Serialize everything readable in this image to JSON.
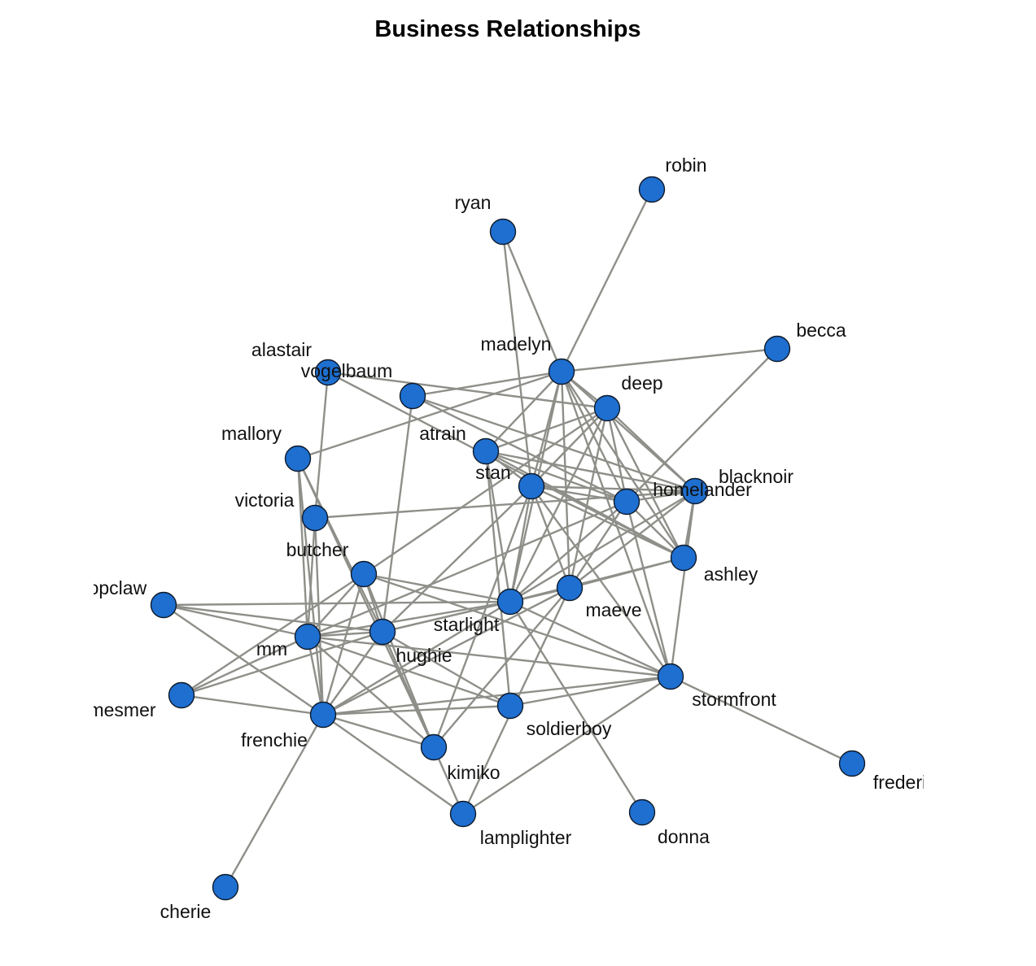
{
  "title": "Business Relationships",
  "colors": {
    "node_fill": "#1e6fd0",
    "node_stroke": "#0f1a2a",
    "edge": "#8f8f8a",
    "label": "#111111",
    "background": "#ffffff"
  },
  "nodes": [
    {
      "id": "robin",
      "label": "robin"
    },
    {
      "id": "ryan",
      "label": "ryan"
    },
    {
      "id": "becca",
      "label": "becca"
    },
    {
      "id": "madelyn",
      "label": "madelyn"
    },
    {
      "id": "alastair",
      "label": "alastair"
    },
    {
      "id": "vogelbaum",
      "label": "vogelbaum"
    },
    {
      "id": "deep",
      "label": "deep"
    },
    {
      "id": "mallory",
      "label": "mallory"
    },
    {
      "id": "atrain",
      "label": "atrain"
    },
    {
      "id": "stan",
      "label": "stan"
    },
    {
      "id": "blacknoir",
      "label": "blacknoir"
    },
    {
      "id": "homelander",
      "label": "homelander"
    },
    {
      "id": "victoria",
      "label": "victoria"
    },
    {
      "id": "ashley",
      "label": "ashley"
    },
    {
      "id": "butcher",
      "label": "butcher"
    },
    {
      "id": "maeve",
      "label": "maeve"
    },
    {
      "id": "starlight",
      "label": "starlight"
    },
    {
      "id": "popclaw",
      "label": "popclaw"
    },
    {
      "id": "mm",
      "label": "mm"
    },
    {
      "id": "hughie",
      "label": "hughie"
    },
    {
      "id": "stormfront",
      "label": "stormfront"
    },
    {
      "id": "mesmer",
      "label": "mesmer"
    },
    {
      "id": "soldierboy",
      "label": "soldierboy"
    },
    {
      "id": "frenchie",
      "label": "frenchie"
    },
    {
      "id": "kimiko",
      "label": "kimiko"
    },
    {
      "id": "frederick",
      "label": "frederick"
    },
    {
      "id": "lamplighter",
      "label": "lamplighter"
    },
    {
      "id": "donna",
      "label": "donna"
    },
    {
      "id": "cherie",
      "label": "cherie"
    }
  ],
  "edges": [
    [
      "robin",
      "madelyn"
    ],
    [
      "ryan",
      "madelyn"
    ],
    [
      "ryan",
      "stan"
    ],
    [
      "becca",
      "madelyn"
    ],
    [
      "becca",
      "homelander"
    ],
    [
      "madelyn",
      "vogelbaum"
    ],
    [
      "madelyn",
      "mallory"
    ],
    [
      "madelyn",
      "stan"
    ],
    [
      "madelyn",
      "homelander"
    ],
    [
      "madelyn",
      "ashley"
    ],
    [
      "madelyn",
      "blacknoir"
    ],
    [
      "madelyn",
      "starlight"
    ],
    [
      "madelyn",
      "maeve"
    ],
    [
      "madelyn",
      "atrain"
    ],
    [
      "madelyn",
      "deep"
    ],
    [
      "madelyn",
      "stormfront"
    ],
    [
      "alastair",
      "deep"
    ],
    [
      "alastair",
      "ashley"
    ],
    [
      "alastair",
      "victoria"
    ],
    [
      "vogelbaum",
      "homelander"
    ],
    [
      "vogelbaum",
      "hughie"
    ],
    [
      "vogelbaum",
      "blacknoir"
    ],
    [
      "deep",
      "atrain"
    ],
    [
      "deep",
      "stan"
    ],
    [
      "deep",
      "starlight"
    ],
    [
      "deep",
      "maeve"
    ],
    [
      "deep",
      "ashley"
    ],
    [
      "deep",
      "homelander"
    ],
    [
      "deep",
      "blacknoir"
    ],
    [
      "deep",
      "butcher"
    ],
    [
      "atrain",
      "stan"
    ],
    [
      "atrain",
      "homelander"
    ],
    [
      "atrain",
      "ashley"
    ],
    [
      "atrain",
      "starlight"
    ],
    [
      "atrain",
      "blacknoir"
    ],
    [
      "atrain",
      "soldierboy"
    ],
    [
      "stan",
      "homelander"
    ],
    [
      "stan",
      "ashley"
    ],
    [
      "stan",
      "blacknoir"
    ],
    [
      "stan",
      "starlight"
    ],
    [
      "stan",
      "maeve"
    ],
    [
      "stan",
      "stormfront"
    ],
    [
      "stan",
      "kimiko"
    ],
    [
      "stan",
      "hughie"
    ],
    [
      "homelander",
      "blacknoir"
    ],
    [
      "homelander",
      "ashley"
    ],
    [
      "homelander",
      "maeve"
    ],
    [
      "homelander",
      "starlight"
    ],
    [
      "homelander",
      "stormfront"
    ],
    [
      "homelander",
      "mm"
    ],
    [
      "blacknoir",
      "ashley"
    ],
    [
      "blacknoir",
      "maeve"
    ],
    [
      "blacknoir",
      "starlight"
    ],
    [
      "blacknoir",
      "stormfront"
    ],
    [
      "blacknoir",
      "victoria"
    ],
    [
      "ashley",
      "maeve"
    ],
    [
      "ashley",
      "starlight"
    ],
    [
      "maeve",
      "starlight"
    ],
    [
      "maeve",
      "hughie"
    ],
    [
      "maeve",
      "kimiko"
    ],
    [
      "maeve",
      "lamplighter"
    ],
    [
      "maeve",
      "frenchie"
    ],
    [
      "starlight",
      "butcher"
    ],
    [
      "starlight",
      "hughie"
    ],
    [
      "starlight",
      "frenchie"
    ],
    [
      "starlight",
      "mm"
    ],
    [
      "starlight",
      "popclaw"
    ],
    [
      "starlight",
      "stormfront"
    ],
    [
      "starlight",
      "donna"
    ],
    [
      "mallory",
      "mm"
    ],
    [
      "mallory",
      "hughie"
    ],
    [
      "mallory",
      "frenchie"
    ],
    [
      "mallory",
      "kimiko"
    ],
    [
      "victoria",
      "mm"
    ],
    [
      "victoria",
      "frenchie"
    ],
    [
      "butcher",
      "mm"
    ],
    [
      "butcher",
      "hughie"
    ],
    [
      "butcher",
      "frenchie"
    ],
    [
      "butcher",
      "mesmer"
    ],
    [
      "butcher",
      "stormfront"
    ],
    [
      "butcher",
      "kimiko"
    ],
    [
      "popclaw",
      "mm"
    ],
    [
      "popclaw",
      "hughie"
    ],
    [
      "popclaw",
      "frenchie"
    ],
    [
      "mm",
      "hughie"
    ],
    [
      "mm",
      "frenchie"
    ],
    [
      "mm",
      "kimiko"
    ],
    [
      "mm",
      "mesmer"
    ],
    [
      "mm",
      "soldierboy"
    ],
    [
      "mm",
      "stormfront"
    ],
    [
      "hughie",
      "frenchie"
    ],
    [
      "hughie",
      "kimiko"
    ],
    [
      "hughie",
      "mesmer"
    ],
    [
      "hughie",
      "soldierboy"
    ],
    [
      "hughie",
      "lamplighter"
    ],
    [
      "frenchie",
      "kimiko"
    ],
    [
      "frenchie",
      "lamplighter"
    ],
    [
      "frenchie",
      "soldierboy"
    ],
    [
      "frenchie",
      "mesmer"
    ],
    [
      "frenchie",
      "cherie"
    ],
    [
      "frenchie",
      "stormfront"
    ],
    [
      "soldierboy",
      "stormfront"
    ],
    [
      "stormfront",
      "frederick"
    ],
    [
      "stormfront",
      "lamplighter"
    ]
  ]
}
